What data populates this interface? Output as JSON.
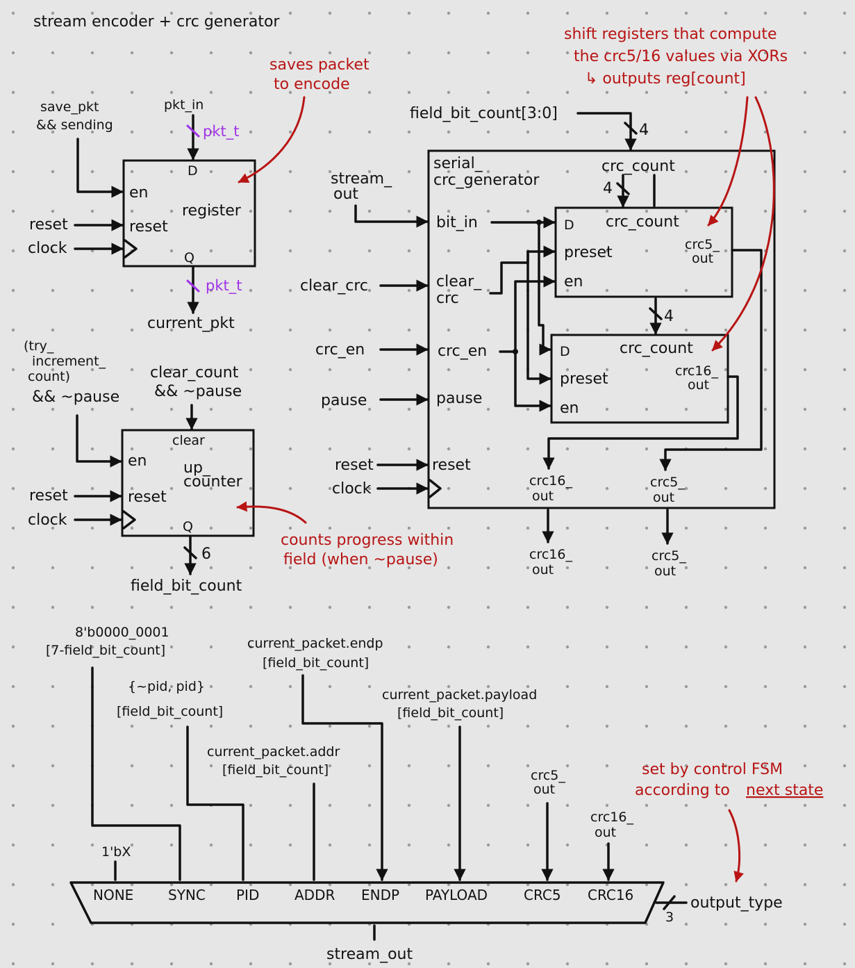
{
  "title": "stream encoder + crc generator",
  "register": {
    "name": "register",
    "en_signal": [
      "save_pkt",
      "&& sending"
    ],
    "input": "pkt_in",
    "bus_type_in": "pkt_t",
    "bus_type_out": "pkt_t",
    "output": "current_pkt",
    "ports": {
      "d": "D",
      "q": "Q",
      "en": "en",
      "reset": "reset"
    },
    "reset": "reset",
    "clock": "clock",
    "note": [
      "saves packet",
      "to encode"
    ]
  },
  "counter": {
    "name": [
      "up_",
      "counter"
    ],
    "en_signal": [
      "(try_",
      "increment_",
      "count)",
      "&& ~pause"
    ],
    "clear_signal": [
      "clear_count",
      "&& ~pause"
    ],
    "ports": {
      "clear": "clear",
      "q": "Q",
      "en": "en",
      "reset": "reset"
    },
    "reset": "reset",
    "clock": "clock",
    "width": "6",
    "output": "field_bit_count",
    "note": [
      "counts progress within",
      "field (when ~pause)"
    ]
  },
  "crc": {
    "name": [
      "serial_",
      "crc_generator"
    ],
    "field_input": "field_bit_count[3:0]",
    "field_width": "4",
    "inputs": {
      "stream_out": [
        "stream_",
        "out"
      ],
      "clear_crc": "clear_crc",
      "crc_en": "crc_en",
      "pause": "pause",
      "reset": "reset",
      "clock": "clock"
    },
    "ports": {
      "bit_in": "bit_in",
      "clear_crc": [
        "clear_",
        "crc"
      ],
      "crc_en": "crc_en",
      "pause": "pause",
      "reset": "reset",
      "crc_count": "crc_count"
    },
    "inner_width_a": "4",
    "inner_width_b": "4",
    "crc5_reg": {
      "count": "crc_count",
      "d": "D",
      "preset": "preset",
      "en": "en",
      "out": [
        "crc5_",
        "out"
      ]
    },
    "crc16_reg": {
      "count": "crc_count",
      "d": "D",
      "preset": "preset",
      "en": "en",
      "out": [
        "crc16_",
        "out"
      ]
    },
    "out_ports": {
      "crc16": [
        "crc16_",
        "out"
      ],
      "crc5": [
        "crc5_",
        "out"
      ]
    },
    "outputs": {
      "crc16": [
        "crc16_",
        "out"
      ],
      "crc5": [
        "crc5_",
        "out"
      ]
    },
    "note": [
      "shift registers that compute",
      "the crc5/16 values via XORs",
      "↳ outputs reg[count]"
    ]
  },
  "mux": {
    "inputs": [
      "NONE",
      "SYNC",
      "PID",
      "ADDR",
      "ENDP",
      "PAYLOAD",
      "CRC5",
      "CRC16"
    ],
    "sources": {
      "none_const": "1'bX",
      "sync": [
        "8'b0000_0001",
        "[7-field_bit_count]"
      ],
      "pid": [
        "{~pid, pid}",
        "[field_bit_count]"
      ],
      "addr": [
        "current_packet.addr",
        "[field_bit_count]"
      ],
      "endp": [
        "current_packet.endp",
        "[field_bit_count]"
      ],
      "payload": [
        "current_packet.payload",
        "[field_bit_count]"
      ],
      "crc5": [
        "crc5_",
        "out"
      ],
      "crc16": [
        "crc16_",
        "out"
      ]
    },
    "select": "output_type",
    "select_width": "3",
    "output": "stream_out",
    "note": [
      "set by control FSM",
      "according to",
      "next state"
    ]
  },
  "colors": {
    "ink": "#111111",
    "annotation": "#b81414",
    "bus_type": "#a033e6",
    "paper": "#e6e6e6"
  }
}
